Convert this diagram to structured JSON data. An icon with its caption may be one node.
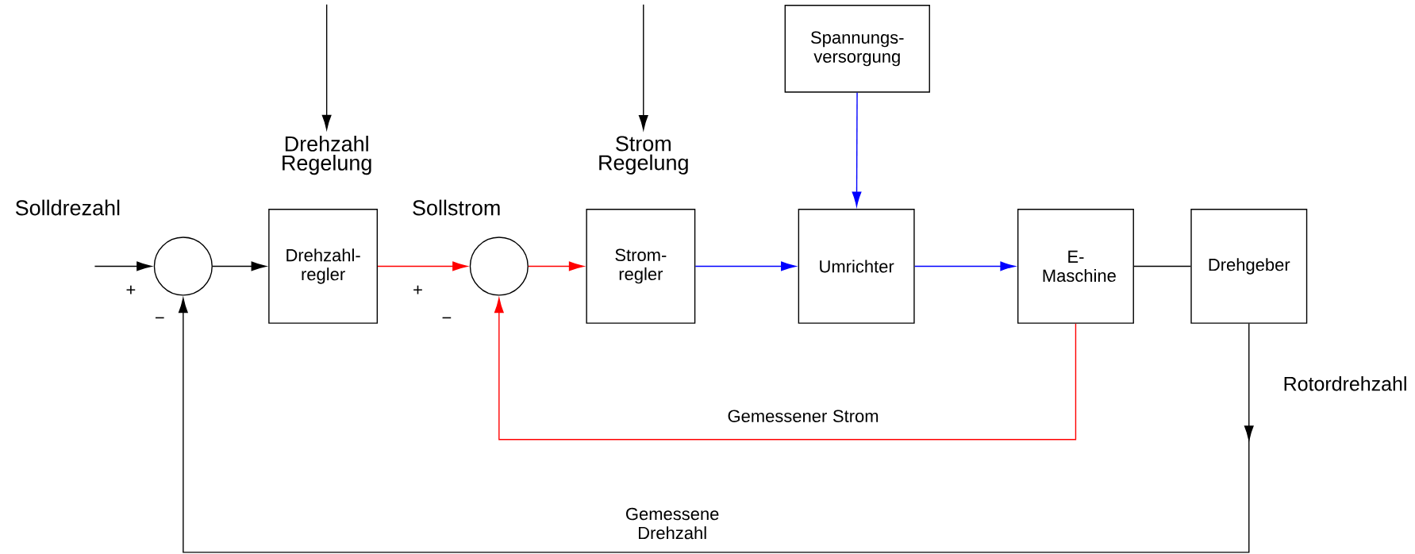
{
  "diagram": {
    "nodes": [
      {
        "text": [],
        "shape": "circle"
      },
      {
        "text": [
          "Drehzahl-regler"
        ]
      },
      {
        "text": [],
        "shape": "circle"
      },
      {
        "text": [
          "Strom-regler"
        ]
      },
      {
        "text": [
          "Umrichter"
        ]
      },
      {
        "text": [
          "E-Maschine"
        ]
      },
      {
        "text": [
          "Drehgeber"
        ]
      },
      {
        "text": [
          "Spannungs-versorgung"
        ]
      },
      {
        "text": [
          "Drehzahl Regelung"
        ]
      },
      {
        "text": [
          "Strom Regelung"
        ]
      }
    ],
    "edges": [
      {
        "from": null,
        "to": 0,
        "arrow": "to"
      },
      {
        "from": 0,
        "to": 1,
        "arrow": "to"
      },
      {
        "from": 1,
        "to": 2,
        "arrow": "to",
        "color": "#ff0000"
      },
      {
        "from": 2,
        "to": 3,
        "arrow": "to",
        "color": "#ff0000"
      },
      {
        "from": 3,
        "to": 4,
        "arrow": "to",
        "color": "#0000ff"
      },
      {
        "from": 4,
        "to": 5,
        "arrow": "to",
        "color": "#0000ff"
      },
      {
        "from": 7,
        "to": 4,
        "arrow": "to",
        "color": "#0000ff"
      },
      {
        "from": 5,
        "to": 6,
        "arrow": "none"
      },
      {
        "from": 5,
        "to": 2,
        "arrow": "to",
        "color": "#ff0000",
        "label": "Gemessener Strom"
      },
      {
        "from": 6,
        "to": 0,
        "arrow": "to",
        "label": "Gemessene Drehzahl"
      },
      {
        "from": null,
        "to": 8,
        "arrow": "to"
      },
      {
        "from": null,
        "to": 9,
        "arrow": "to"
      }
    ],
    "labels": [
      "Solldrezahl",
      "Sollstrom",
      "+",
      "+",
      "−",
      "−",
      "Rotordrehzahl"
    ]
  }
}
